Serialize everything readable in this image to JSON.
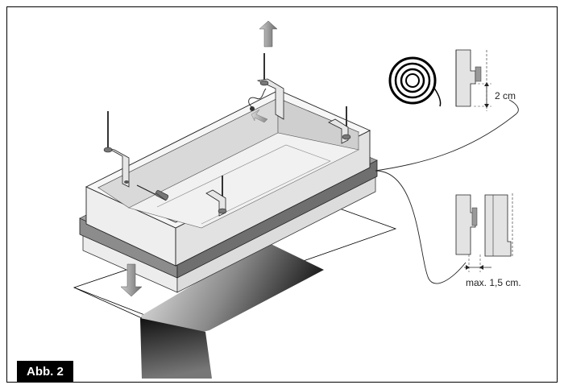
{
  "figure": {
    "label": "Abb. 2"
  },
  "annotations": {
    "gap_top": "2 cm",
    "gap_bottom": "max. 1,5 cm."
  }
}
